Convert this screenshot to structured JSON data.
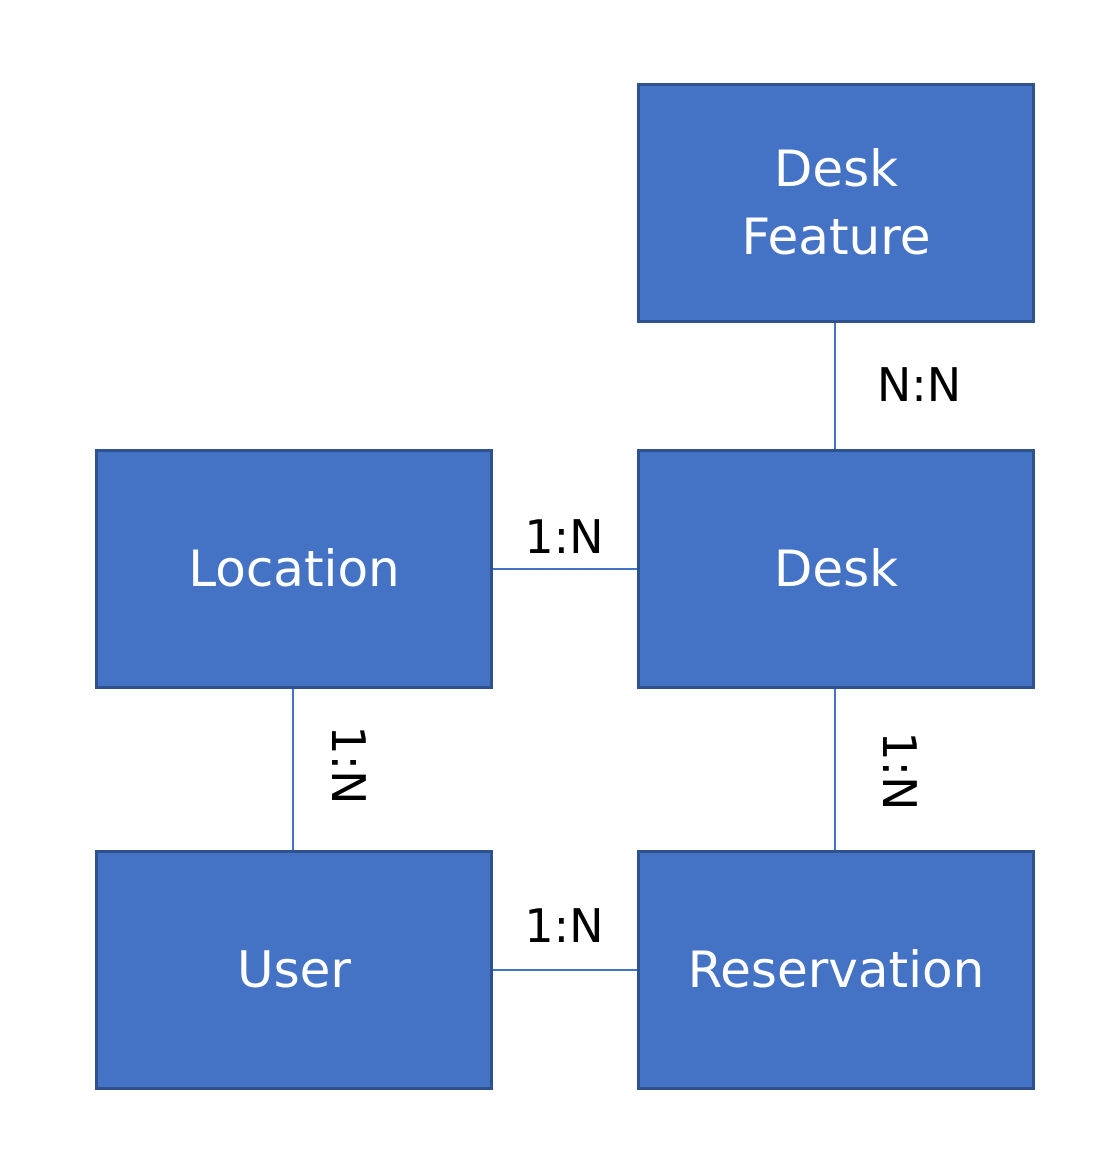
{
  "colors": {
    "entity_fill": "#4472C4",
    "entity_border": "#2F528F",
    "connector": "#4472C4",
    "entity_text": "#FFFFFF",
    "label_text": "#000000"
  },
  "entities": {
    "desk_feature": {
      "line1": "Desk",
      "line2": "Feature"
    },
    "location": {
      "label": "Location"
    },
    "desk": {
      "label": "Desk"
    },
    "user": {
      "label": "User"
    },
    "reservation": {
      "label": "Reservation"
    }
  },
  "relationships": {
    "desk_feature_desk": {
      "cardinality": "N:N"
    },
    "location_desk": {
      "cardinality": "1:N"
    },
    "location_user": {
      "cardinality": "1:N"
    },
    "desk_reservation": {
      "cardinality": "1:N"
    },
    "user_reservation": {
      "cardinality": "1:N"
    }
  }
}
